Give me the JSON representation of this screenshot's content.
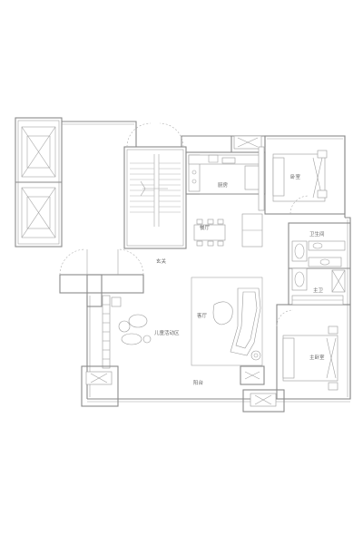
{
  "rooms": {
    "kitchen": "厨房",
    "dining": "餐厅",
    "entrance": "玄关",
    "living": "客厅",
    "kids_area": "儿童活动区",
    "balcony": "阳台",
    "bedroom": "卧室",
    "bathroom": "卫生间",
    "master_bath": "主卫",
    "master_bedroom": "主卧室"
  },
  "colors": {
    "wall": "#8a8a8a",
    "line": "#a3a3a3",
    "text": "#666666",
    "background": "#ffffff"
  }
}
